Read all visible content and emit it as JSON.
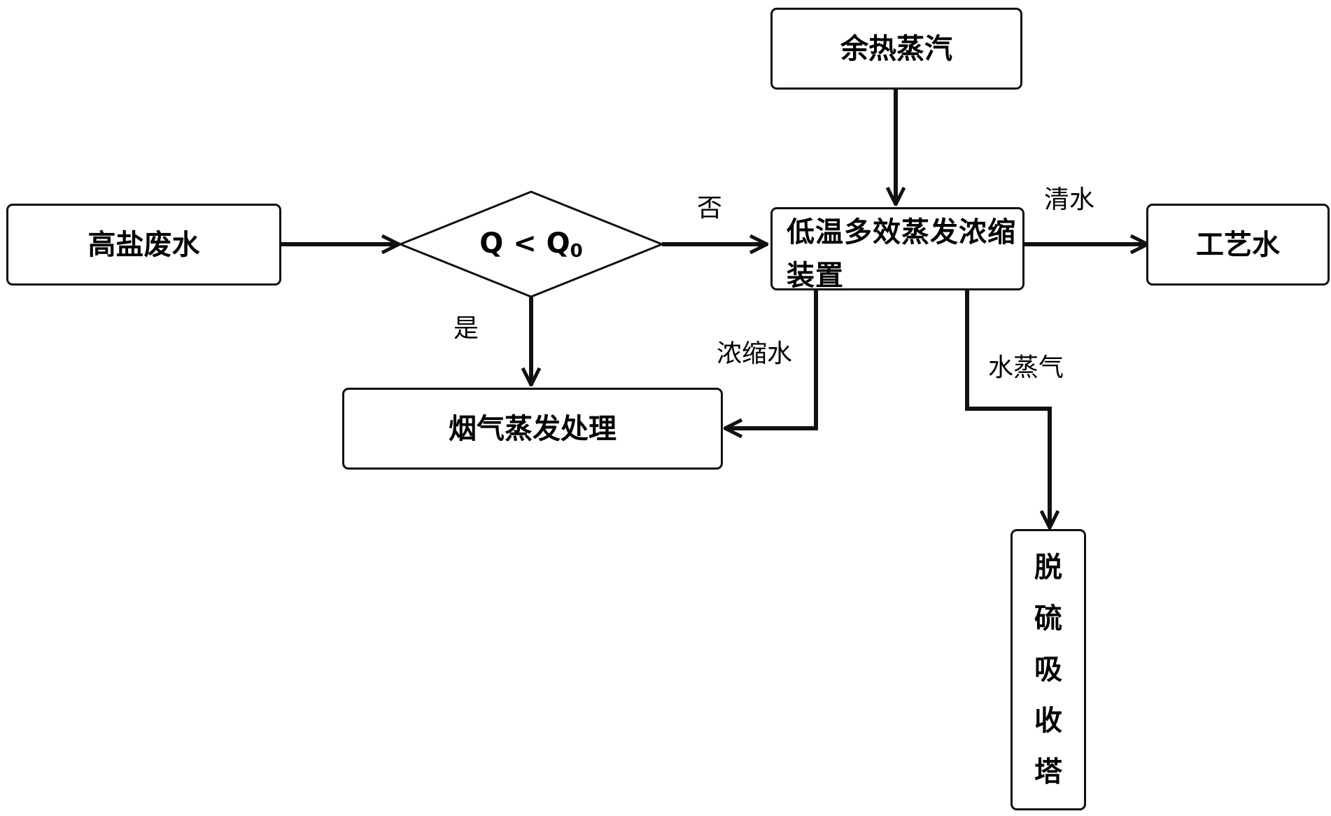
{
  "nodes": {
    "waste_water": "高盐废水",
    "decision_q": "Q",
    "decision_op": "<",
    "decision_q0_base": "Q",
    "decision_q0_sub": "0",
    "waste_heat_steam": "余热蒸汽",
    "evaporator": "低温多效蒸发浓缩装置",
    "process_water": "工艺水",
    "flue_gas_treatment": "烟气蒸发处理",
    "desulfurization_tower": "脱硫吸收塔"
  },
  "edge_labels": {
    "no": "否",
    "yes": "是",
    "clear_water": "清水",
    "concentrate": "浓缩水",
    "water_vapor": "水蒸气"
  }
}
